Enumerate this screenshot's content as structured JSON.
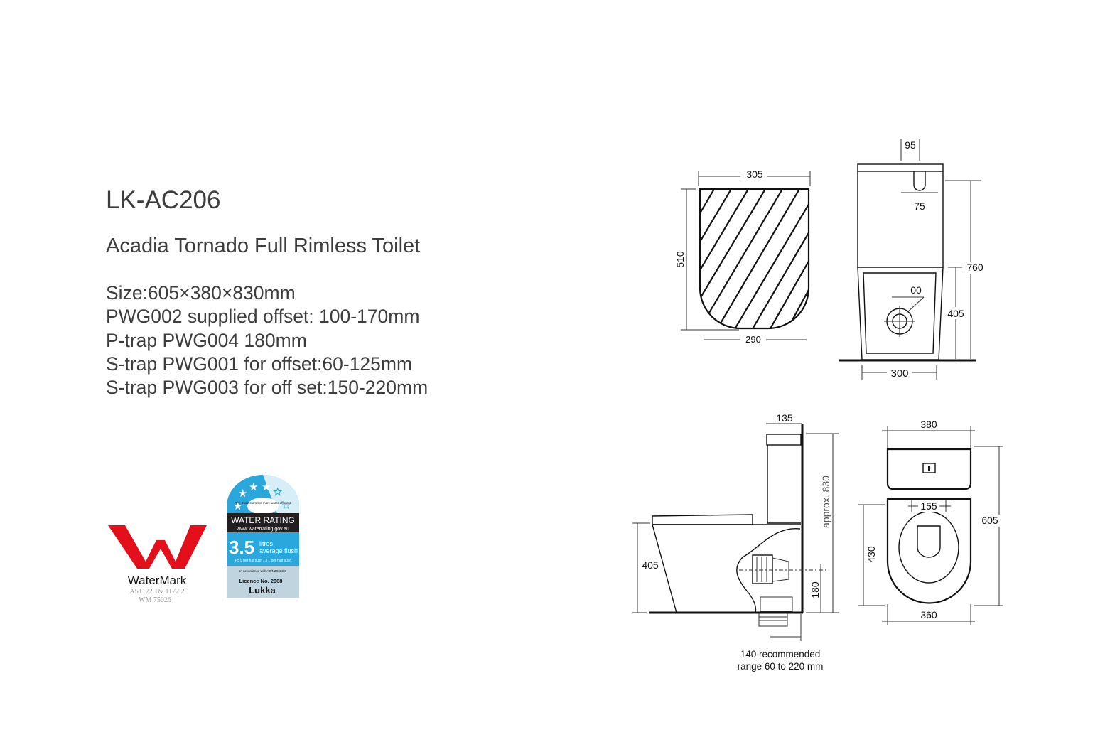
{
  "product": {
    "model": "LK-AC206",
    "name": "Acadia Tornado  Full Rimless Toilet",
    "specs": [
      "Size:605×380×830mm",
      "PWG002 supplied offset: 100-170mm",
      "P-trap PWG004 180mm",
      "S-trap PWG001 for offset:60-125mm",
      "S-trap PWG003 for off set:150-220mm"
    ]
  },
  "logos": {
    "watermark": {
      "name": "WaterMark",
      "standard": "AS1172.1& 1172.2",
      "number": "WM 75026",
      "color": "#e3101c"
    },
    "water_rating": {
      "stars_text": "The more stars the more water efficient",
      "title": "WATER RATING",
      "url": "www.waterrating.gov.au",
      "value": "3.5",
      "unit": "litres",
      "unit2": "average flush",
      "detail": "4.5 L per full flush / 3 L per half flush",
      "standard": "In accordance with AS/NZS 6400",
      "licence": "Licence No. 2068",
      "brand": "Lukka",
      "color": "#2aa7dd"
    }
  },
  "drawings": {
    "seat_top": {
      "width": "305",
      "depth": "510",
      "bottom": "290"
    },
    "front": {
      "button": "95",
      "outlet_w": "75",
      "height": "760",
      "outlet": "00",
      "outlet_h": "405",
      "base": "300"
    },
    "side": {
      "tank": "135",
      "height": "approx. 830",
      "seat_h": "405",
      "trap_h": "180",
      "note1": "140 recommended",
      "note2": "range 60 to 220 mm"
    },
    "plan": {
      "width": "380",
      "inlet": "155",
      "length": "605",
      "bowl": "430",
      "base": "360"
    }
  }
}
